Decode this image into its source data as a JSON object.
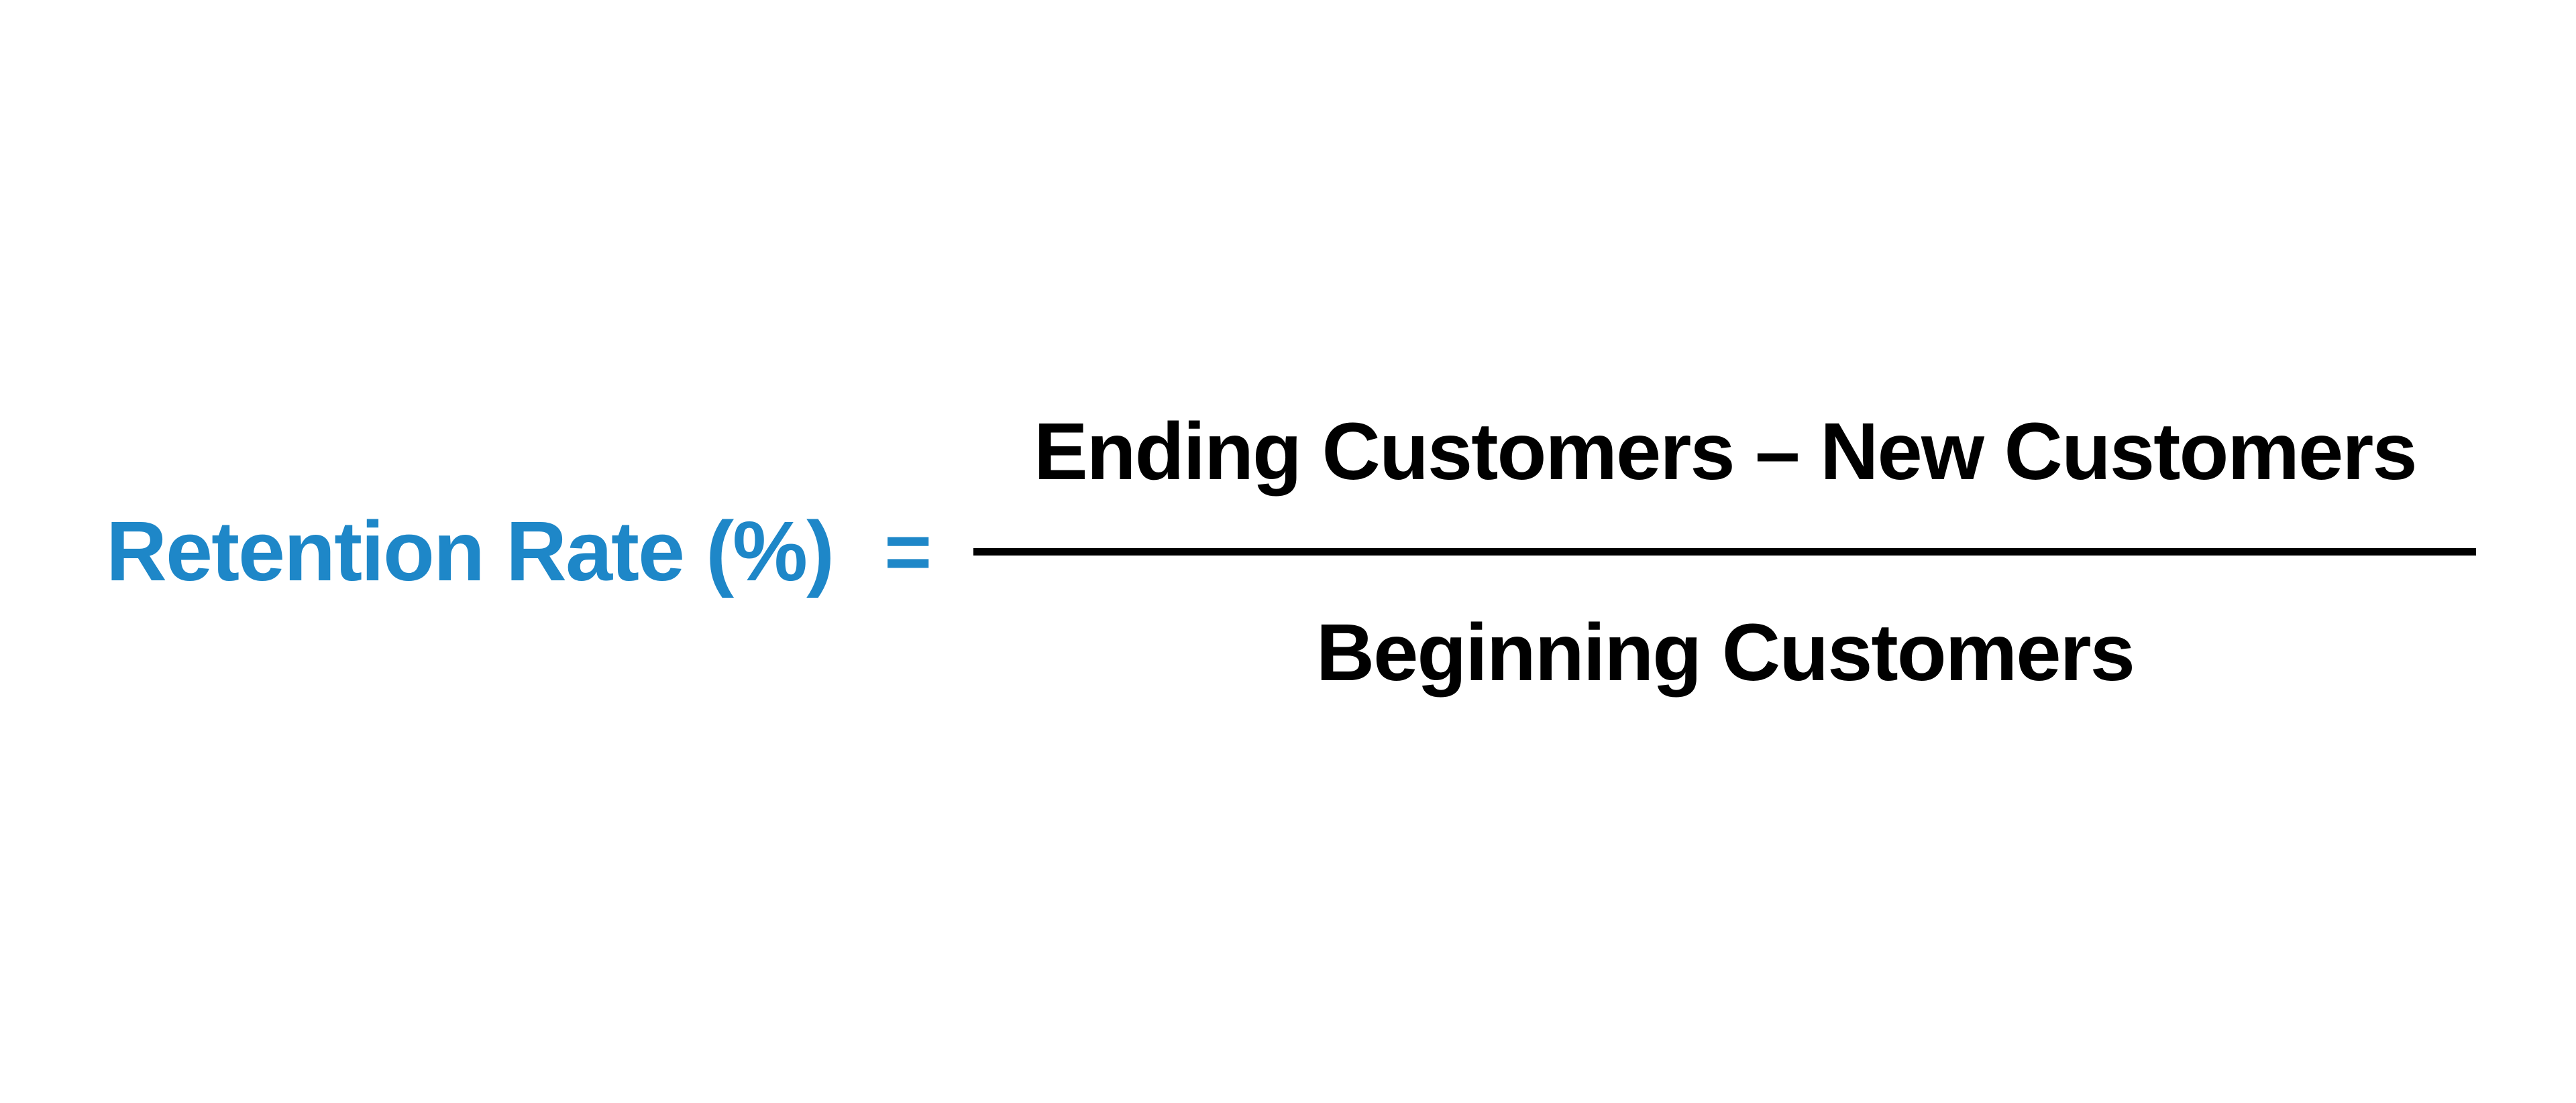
{
  "formula": {
    "lhs_label": "Retention Rate (%)",
    "equals_sign": "=",
    "fraction": {
      "numerator": "Ending Customers – New Customers",
      "denominator": "Beginning Customers"
    }
  },
  "colors": {
    "accent_blue": "#1E87C8",
    "text_black": "#000000",
    "background": "#FFFFFF"
  }
}
